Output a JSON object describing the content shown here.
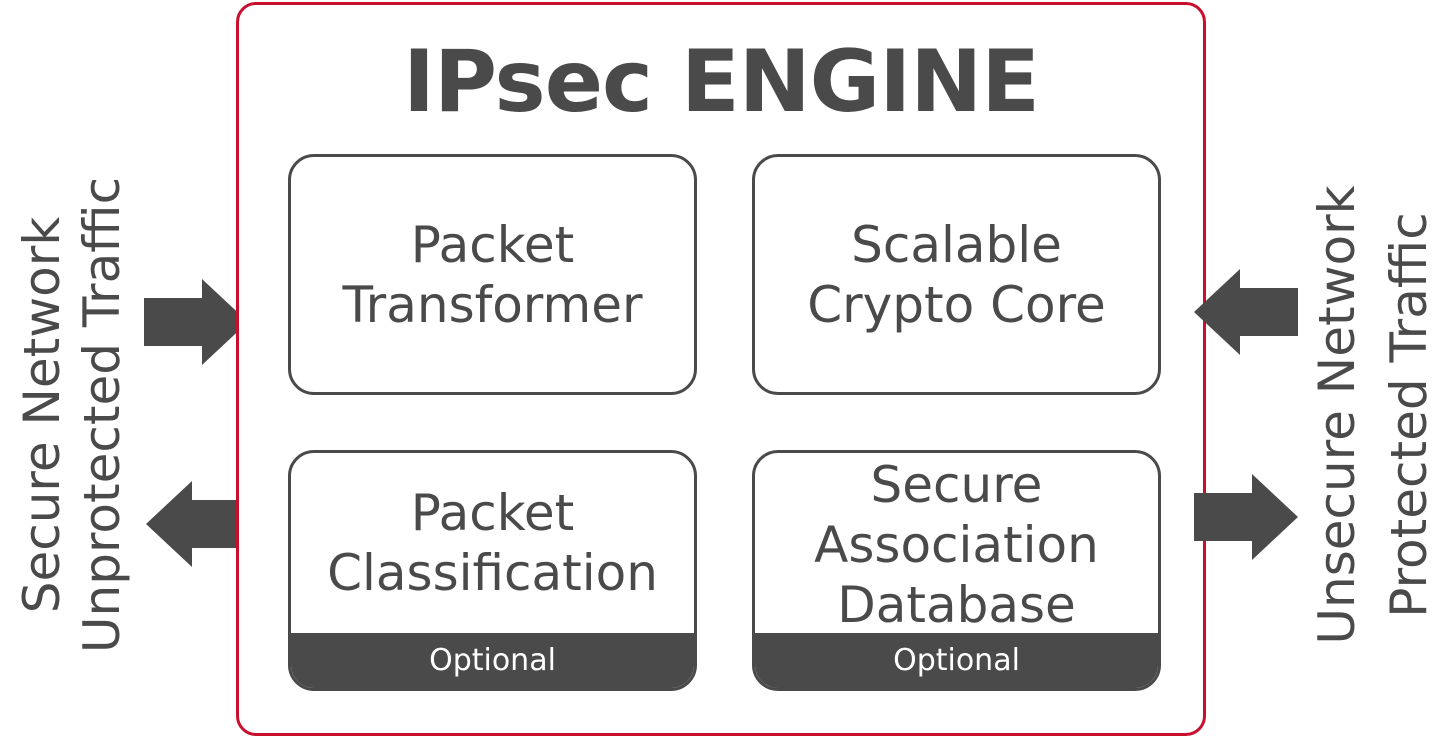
{
  "title": "IPsec ENGINE",
  "blocks": {
    "packet_transformer": {
      "label": "Packet\nTransformer"
    },
    "crypto_core": {
      "label": "Scalable\nCrypto Core"
    },
    "packet_classification": {
      "label": "Packet\nClassification",
      "optional_label": "Optional"
    },
    "sa_database": {
      "label": "Secure\nAssociation\nDatabase",
      "optional_label": "Optional"
    }
  },
  "left_side": {
    "line1": "Secure Network",
    "line2": "Unprotected Traffic"
  },
  "right_side": {
    "line1": "Unsecure Network",
    "line2": "Protected Traffic"
  },
  "icons": {
    "left_in": "arrow-right-icon",
    "left_out": "arrow-left-icon",
    "right_in": "arrow-left-icon",
    "right_out": "arrow-right-icon"
  },
  "colors": {
    "border_accent": "#c8102e",
    "dark_gray": "#4a4a4a"
  }
}
